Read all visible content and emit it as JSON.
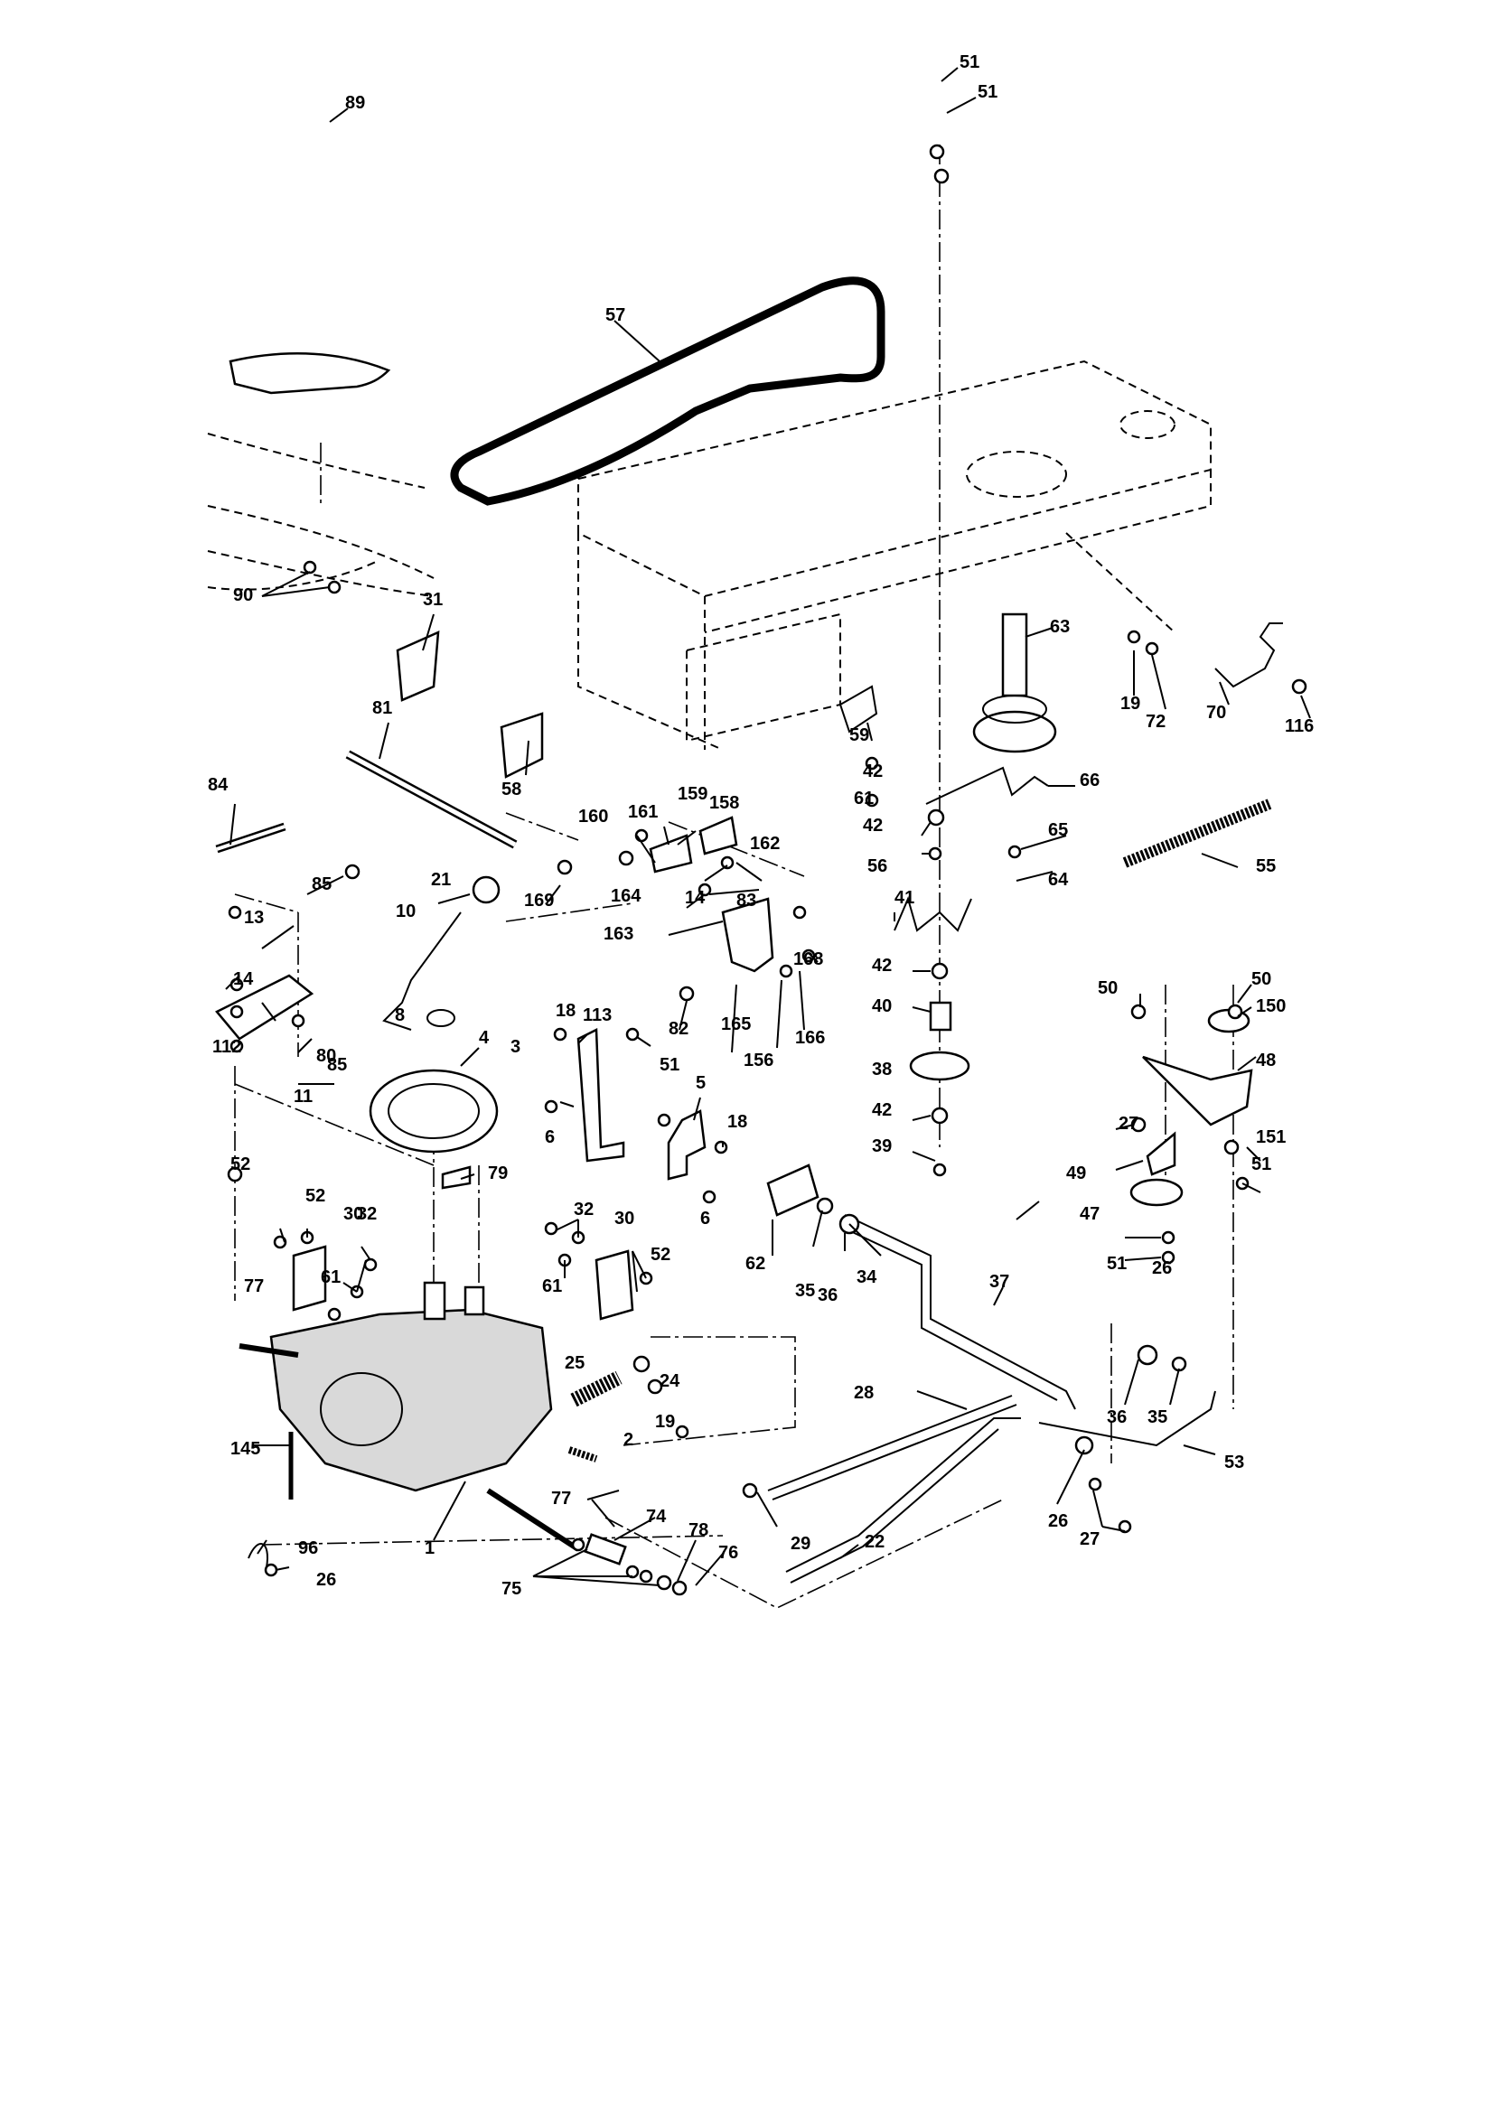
{
  "labels": [
    "1",
    "2",
    "3",
    "4",
    "5",
    "6",
    "6",
    "8",
    "10",
    "11",
    "13",
    "14",
    "14",
    "18",
    "18",
    "19",
    "19",
    "21",
    "22",
    "24",
    "25",
    "26",
    "26",
    "26",
    "27",
    "27",
    "28",
    "29",
    "30",
    "30",
    "31",
    "32",
    "32",
    "34",
    "35",
    "35",
    "36",
    "36",
    "37",
    "38",
    "39",
    "40",
    "41",
    "42",
    "42",
    "42",
    "42",
    "48",
    "49",
    "50",
    "50",
    "51",
    "51",
    "51",
    "51",
    "51",
    "52",
    "52",
    "52",
    "53",
    "55",
    "56",
    "57",
    "58",
    "59",
    "61",
    "61",
    "61",
    "62",
    "63",
    "64",
    "65",
    "66",
    "70",
    "72",
    "74",
    "75",
    "76",
    "77",
    "77",
    "78",
    "79",
    "80",
    "81",
    "82",
    "83",
    "84",
    "85",
    "85",
    "89",
    "90",
    "96",
    "112",
    "113",
    "116",
    "145",
    "150",
    "151",
    "156",
    "158",
    "159",
    "160",
    "161",
    "162",
    "163",
    "164",
    "165",
    "166",
    "168",
    "169",
    "47"
  ]
}
